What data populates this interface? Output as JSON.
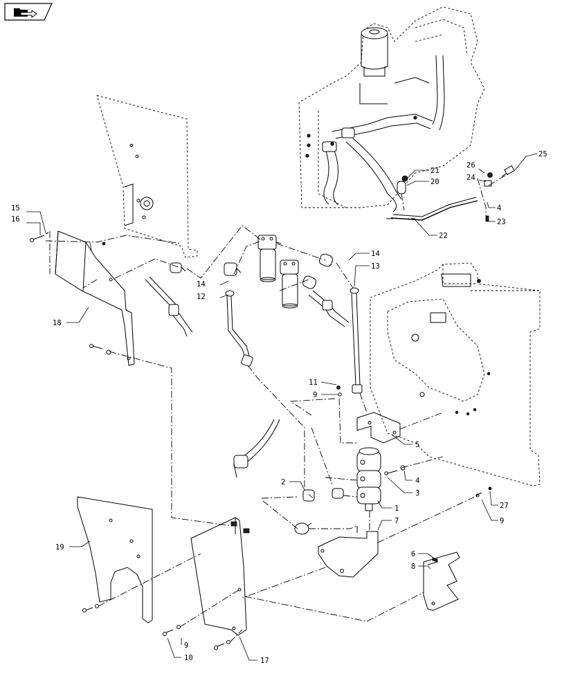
{
  "nav": {
    "icon": "folder-arrow-icon"
  },
  "callouts": {
    "c1": "1",
    "c2": "2",
    "c3": "3",
    "c4a": "4",
    "c4b": "4",
    "c5": "5",
    "c6": "6",
    "c7": "7",
    "c8": "8",
    "c9a": "9",
    "c9b": "9",
    "c9c": "9",
    "c10": "10",
    "c11": "11",
    "c12": "12",
    "c13": "13",
    "c14a": "14",
    "c14b": "14",
    "c15": "15",
    "c16": "16",
    "c17": "17",
    "c18": "18",
    "c19": "19",
    "c20": "20",
    "c21": "21",
    "c22": "22",
    "c23": "23",
    "c24": "24",
    "c25": "25",
    "c26": "26",
    "c27": "27"
  }
}
